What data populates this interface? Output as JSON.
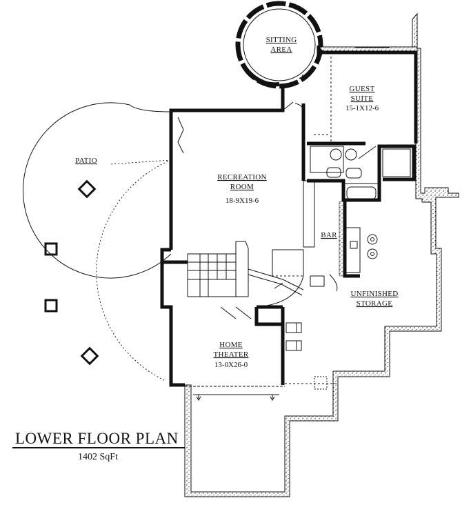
{
  "plan": {
    "title": "LOWER FLOOR PLAN",
    "area": "1402 SqFt"
  },
  "rooms": {
    "sitting_area": [
      "SITTING",
      "AREA"
    ],
    "guest_suite": [
      "GUEST",
      "SUITE"
    ],
    "guest_suite_dim": "15-1X12-6",
    "recreation_room": [
      "RECREATION",
      "ROOM"
    ],
    "recreation_room_dim": "18-9X19-6",
    "patio": "PATIO",
    "bar": "BAR",
    "unfinished_storage": [
      "UNFINISHED",
      "STORAGE"
    ],
    "home_theater": [
      "HOME",
      "THEATER"
    ],
    "home_theater_dim": "13-0X26-0"
  }
}
